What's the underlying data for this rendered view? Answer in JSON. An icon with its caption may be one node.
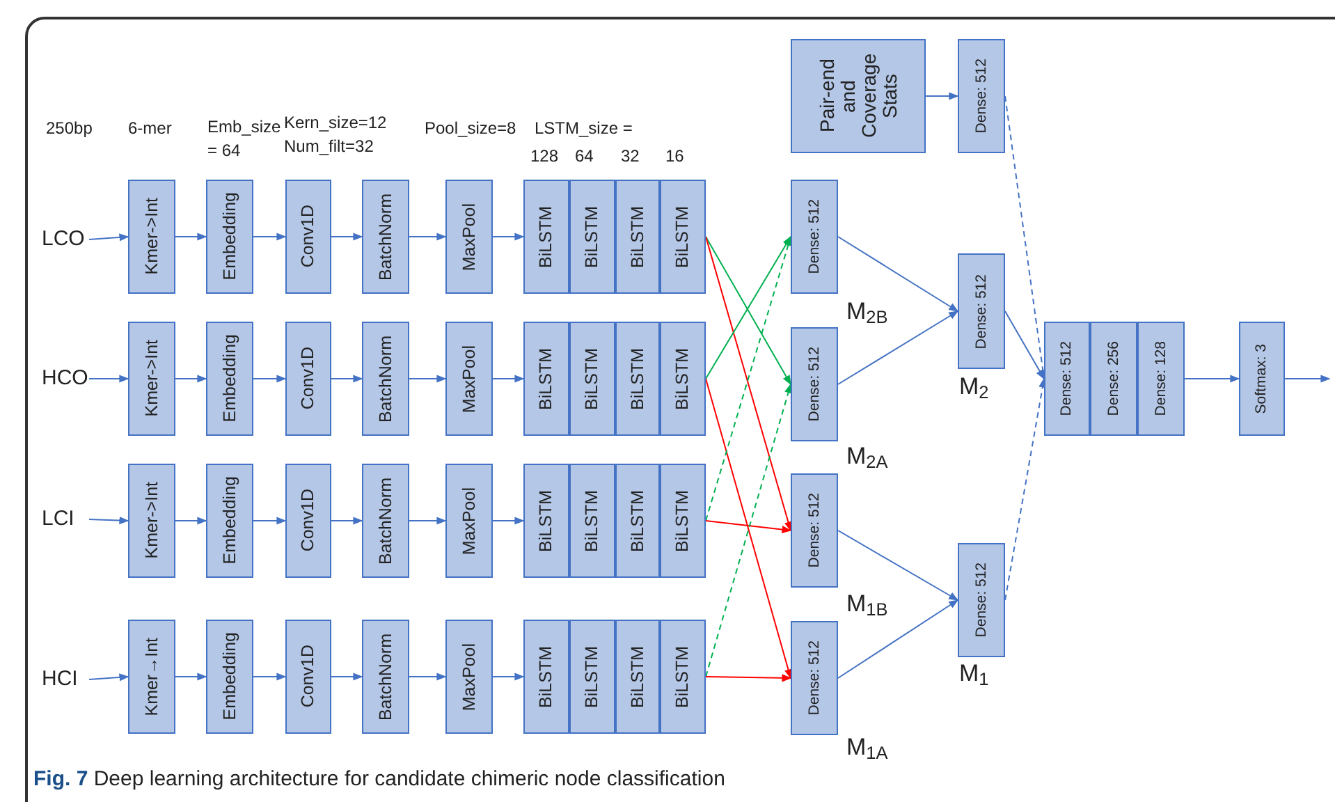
{
  "diagram": {
    "caption": "**Fig. 7** Deep learning architecture for candidate chimeric node classification",
    "nodes": [
      {
        "text": [
          "LCO"
        ]
      },
      {
        "text": [
          "Kmer->Int"
        ]
      },
      {
        "text": [
          "Embedding"
        ]
      },
      {
        "text": [
          "Conv1D"
        ]
      },
      {
        "text": [
          "BatchNorm"
        ]
      },
      {
        "text": [
          "MaxPool"
        ]
      },
      {
        "text": [
          "BiLSTM"
        ]
      },
      {
        "text": [
          "BiLSTM"
        ]
      },
      {
        "text": [
          "BiLSTM"
        ]
      },
      {
        "text": [
          "BiLSTM"
        ]
      },
      {
        "text": [
          "HCO"
        ]
      },
      {
        "text": [
          "Kmer->Int"
        ]
      },
      {
        "text": [
          "Embedding"
        ]
      },
      {
        "text": [
          "Conv1D"
        ]
      },
      {
        "text": [
          "BatchNorm"
        ]
      },
      {
        "text": [
          "MaxPool"
        ]
      },
      {
        "text": [
          "BiLSTM"
        ]
      },
      {
        "text": [
          "BiLSTM"
        ]
      },
      {
        "text": [
          "BiLSTM"
        ]
      },
      {
        "text": [
          "BiLSTM"
        ]
      },
      {
        "text": [
          "LCI"
        ]
      },
      {
        "text": [
          "Kmer->Int"
        ]
      },
      {
        "text": [
          "Embedding"
        ]
      },
      {
        "text": [
          "Conv1D"
        ]
      },
      {
        "text": [
          "BatchNorm"
        ]
      },
      {
        "text": [
          "MaxPool"
        ]
      },
      {
        "text": [
          "BiLSTM"
        ]
      },
      {
        "text": [
          "BiLSTM"
        ]
      },
      {
        "text": [
          "BiLSTM"
        ]
      },
      {
        "text": [
          "BiLSTM"
        ]
      },
      {
        "text": [
          "HCI"
        ]
      },
      {
        "text": [
          "Kmer→Int"
        ]
      },
      {
        "text": [
          "Embedding"
        ]
      },
      {
        "text": [
          "Conv1D"
        ]
      },
      {
        "text": [
          "BatchNorm"
        ]
      },
      {
        "text": [
          "MaxPool"
        ]
      },
      {
        "text": [
          "BiLSTM"
        ]
      },
      {
        "text": [
          "BiLSTM"
        ]
      },
      {
        "text": [
          "BiLSTM"
        ]
      },
      {
        "text": [
          "BiLSTM"
        ]
      },
      {
        "text": [
          "Dense: 512"
        ],
        "beside": [
          "M$_{2B}$"
        ]
      },
      {
        "text": [
          "Dense: 512"
        ],
        "beside": [
          "M$_{2A}$"
        ]
      },
      {
        "text": [
          "Dense: 512"
        ],
        "beside": [
          "M$_{1B}$"
        ]
      },
      {
        "text": [
          "Dense: 512"
        ],
        "beside": [
          "M$_{1A}$"
        ]
      },
      {
        "text": [
          "Pair-end and Coverage Stats"
        ]
      },
      {
        "text": [
          "Dense: 512"
        ]
      },
      {
        "text": [
          "Dense: 512"
        ],
        "beside": [
          "M$_{2}$"
        ]
      },
      {
        "text": [
          "Dense: 512"
        ],
        "beside": [
          "M$_{1}$"
        ]
      },
      {
        "text": [
          "Dense: 512"
        ]
      },
      {
        "text": [
          "Dense: 256"
        ]
      },
      {
        "text": [
          "Dense: 128"
        ]
      },
      {
        "text": [
          "Softmax: 3"
        ]
      }
    ],
    "edges": [
      {
        "from": 0,
        "to": 1,
        "arrow": "to"
      },
      {
        "from": 1,
        "to": 2,
        "arrow": "to"
      },
      {
        "from": 2,
        "to": 3,
        "arrow": "to"
      },
      {
        "from": 3,
        "to": 4,
        "arrow": "to"
      },
      {
        "from": 4,
        "to": 5,
        "arrow": "to"
      },
      {
        "from": 5,
        "to": 6,
        "arrow": "to"
      },
      {
        "from": 10,
        "to": 11,
        "arrow": "to"
      },
      {
        "from": 11,
        "to": 12,
        "arrow": "to"
      },
      {
        "from": 12,
        "to": 13,
        "arrow": "to"
      },
      {
        "from": 13,
        "to": 14,
        "arrow": "to"
      },
      {
        "from": 14,
        "to": 15,
        "arrow": "to"
      },
      {
        "from": 15,
        "to": 16,
        "arrow": "to"
      },
      {
        "from": 20,
        "to": 21,
        "arrow": "to"
      },
      {
        "from": 21,
        "to": 22,
        "arrow": "to"
      },
      {
        "from": 22,
        "to": 23,
        "arrow": "to"
      },
      {
        "from": 23,
        "to": 24,
        "arrow": "to"
      },
      {
        "from": 24,
        "to": 25,
        "arrow": "to"
      },
      {
        "from": 25,
        "to": 26,
        "arrow": "to"
      },
      {
        "from": 30,
        "to": 31,
        "arrow": "to"
      },
      {
        "from": 31,
        "to": 32,
        "arrow": "to"
      },
      {
        "from": 32,
        "to": 33,
        "arrow": "to"
      },
      {
        "from": 33,
        "to": 34,
        "arrow": "to"
      },
      {
        "from": 34,
        "to": 35,
        "arrow": "to"
      },
      {
        "from": 35,
        "to": 36,
        "arrow": "to"
      },
      {
        "from": 9,
        "to": 41,
        "arrow": "to",
        "color": "#00b050"
      },
      {
        "from": 9,
        "to": 42,
        "arrow": "to",
        "color": "#ff0000"
      },
      {
        "from": 19,
        "to": 40,
        "arrow": "to",
        "color": "#00b050"
      },
      {
        "from": 19,
        "to": 43,
        "arrow": "to",
        "color": "#ff0000"
      },
      {
        "from": 29,
        "to": 40,
        "arrow": "to",
        "style": "dashed",
        "color": "#00b050"
      },
      {
        "from": 29,
        "to": 42,
        "arrow": "to",
        "color": "#ff0000"
      },
      {
        "from": 39,
        "to": 41,
        "arrow": "to",
        "style": "dashed",
        "color": "#00b050"
      },
      {
        "from": 39,
        "to": 43,
        "arrow": "to",
        "color": "#ff0000"
      },
      {
        "from": 40,
        "to": 46,
        "arrow": "to"
      },
      {
        "from": 41,
        "to": 46,
        "arrow": "to"
      },
      {
        "from": 42,
        "to": 47,
        "arrow": "to"
      },
      {
        "from": 43,
        "to": 47,
        "arrow": "to"
      },
      {
        "from": 44,
        "to": 45,
        "arrow": "to"
      },
      {
        "from": 45,
        "to": 48,
        "arrow": "to",
        "style": "dashed"
      },
      {
        "from": 46,
        "to": 48,
        "arrow": "to"
      },
      {
        "from": 47,
        "to": 48,
        "arrow": "to",
        "style": "dashed"
      },
      {
        "from": 50,
        "to": 51,
        "arrow": "to"
      },
      {
        "from": 51,
        "to": null,
        "arrow": "to"
      }
    ],
    "labels": [
      "250bp",
      "6-mer",
      "Emb_size = 64",
      "Kern_size=12 Num_filt=32",
      "Pool_size=8",
      "LSTM_size =",
      "128",
      "64",
      "32",
      "16"
    ]
  }
}
